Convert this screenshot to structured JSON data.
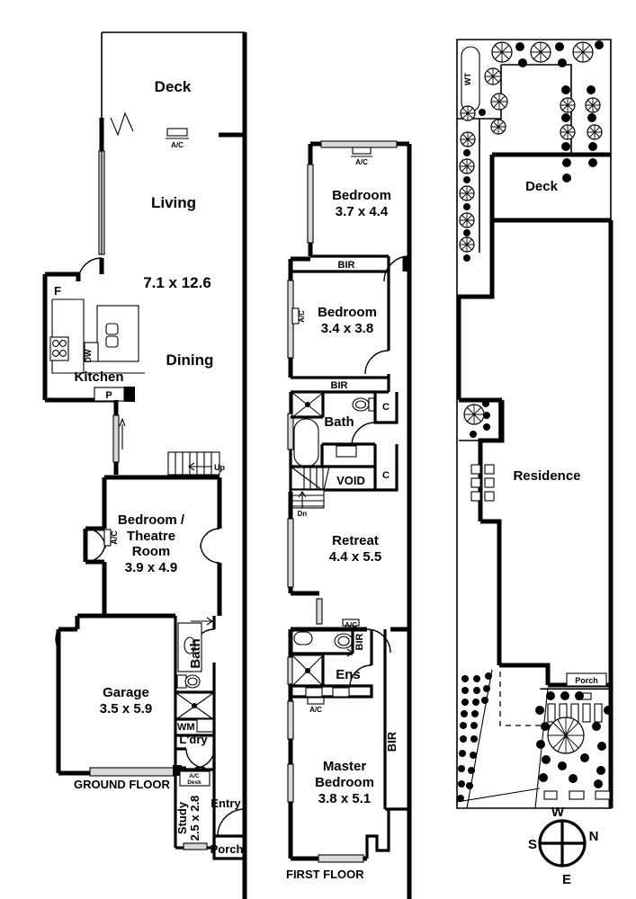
{
  "document": {
    "type": "residential-floor-plan",
    "sheet_width": 707,
    "sheet_height": 1000,
    "background": "#ffffff",
    "line_color": "#000000"
  },
  "plans": [
    {
      "id": "ground-floor",
      "caption": "GROUND FLOOR",
      "rooms": [
        {
          "name": "Deck",
          "label": "Deck",
          "dims": ""
        },
        {
          "name": "Living",
          "label": "Living",
          "dims": ""
        },
        {
          "name": "Dining",
          "label": "Dining",
          "dims": ""
        },
        {
          "name": "Living-Dining-dims",
          "label": "",
          "dims": "7.1 x 12.6"
        },
        {
          "name": "Kitchen",
          "label": "Kitchen",
          "dims": ""
        },
        {
          "name": "Bedroom-Theatre",
          "label": "Bedroom /|Theatre|Room",
          "dims": "3.9 x 4.9"
        },
        {
          "name": "Garage",
          "label": "Garage",
          "dims": "3.5 x 5.9"
        },
        {
          "name": "Bath",
          "label": "Bath",
          "dims": ""
        },
        {
          "name": "Laundry",
          "label": "L'dry",
          "dims": ""
        },
        {
          "name": "Study",
          "label": "Study",
          "dims": "2.5 x 2.8"
        },
        {
          "name": "Entry",
          "label": "Entry",
          "dims": ""
        },
        {
          "name": "Porch",
          "label": "Porch",
          "dims": ""
        }
      ],
      "labels": {
        "deck": "Deck",
        "living": "Living",
        "dining": "Dining",
        "living_dims": "7.1 x 12.6",
        "kitchen": "Kitchen",
        "theatre_l1": "Bedroom /",
        "theatre_l2": "Theatre",
        "theatre_l3": "Room",
        "theatre_dims": "3.9 x 4.9",
        "garage": "Garage",
        "garage_dims": "3.5 x 5.9",
        "bath": "Bath",
        "laundry": "L'dry",
        "study": "Study",
        "study_dims": "2.5 x 2.8",
        "entry": "Entry",
        "porch": "Porch",
        "floor_caption": "GROUND FLOOR"
      },
      "fixtures": {
        "ac_deck": "A/C",
        "ac_theatre": "A/C",
        "fridge": "F",
        "dishwasher": "DW",
        "pantry": "P",
        "washing_machine": "WM",
        "ac_desk_line1": "A/C",
        "ac_desk_line2": "Desk",
        "stairs_up": "Up"
      }
    },
    {
      "id": "first-floor",
      "caption": "FIRST FLOOR",
      "rooms": [
        {
          "name": "Bedroom-2",
          "label": "Bedroom",
          "dims": "3.7 x 4.4"
        },
        {
          "name": "Bedroom-3",
          "label": "Bedroom",
          "dims": "3.4 x 3.8"
        },
        {
          "name": "Bath",
          "label": "Bath",
          "dims": ""
        },
        {
          "name": "Void",
          "label": "VOID",
          "dims": ""
        },
        {
          "name": "Retreat",
          "label": "Retreat",
          "dims": "4.4 x 5.5"
        },
        {
          "name": "Ensuite",
          "label": "Ens",
          "dims": ""
        },
        {
          "name": "Master-Bedroom",
          "label": "Master Bedroom",
          "dims": "3.8 x 5.1"
        }
      ],
      "labels": {
        "bedroom2": "Bedroom",
        "bedroom2_dims": "3.7 x 4.4",
        "bedroom3": "Bedroom",
        "bedroom3_dims": "3.4 x 3.8",
        "bath": "Bath",
        "void": "VOID",
        "retreat": "Retreat",
        "retreat_dims": "4.4 x 5.5",
        "ens": "Ens",
        "master_l1": "Master",
        "master_l2": "Bedroom",
        "master_dims": "3.8 x 5.1",
        "floor_caption": "FIRST FLOOR"
      },
      "fixtures": {
        "ac_top": "A/C",
        "ac_bedroom3": "A/C",
        "bir_1": "BIR",
        "bir_2": "BIR",
        "bir_3": "BIR",
        "bir_4": "BIR",
        "cupboard_1": "C",
        "cupboard_2": "C",
        "stairs_down": "Dn",
        "ac_ens_top": "A/C",
        "ac_ens_bottom": "A/C"
      }
    },
    {
      "id": "site-plan",
      "caption": "",
      "labels": {
        "water_tank": "WT",
        "deck": "Deck",
        "residence": "Residence",
        "porch": "Porch"
      }
    }
  ],
  "compass": {
    "name": "compass-rose",
    "north": "N",
    "south": "S",
    "east": "E",
    "west": "W"
  }
}
